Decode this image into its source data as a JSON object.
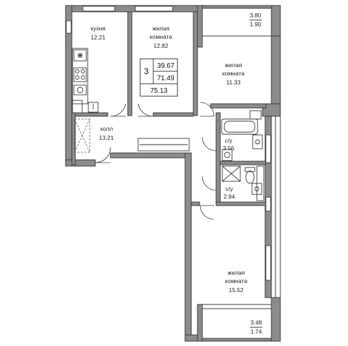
{
  "plan": {
    "rooms": [
      {
        "key": "kitchen",
        "name_lines": [
          "кухня"
        ],
        "area": "12.21"
      },
      {
        "key": "living1",
        "name_lines": [
          "жилая",
          "комната"
        ],
        "area": "12.82"
      },
      {
        "key": "living2",
        "name_lines": [
          "жилая",
          "комната"
        ],
        "area": "11.33"
      },
      {
        "key": "hall",
        "name_lines": [
          "холл"
        ],
        "area": "13.21"
      },
      {
        "key": "bath1",
        "name_lines": [
          "с/у"
        ],
        "area": "3.56"
      },
      {
        "key": "bath2",
        "name_lines": [
          "с/у"
        ],
        "area": "2.84"
      },
      {
        "key": "living3",
        "name_lines": [
          "жилая",
          "комната"
        ],
        "area": "15.52"
      }
    ],
    "balconies": [
      {
        "key": "balcony_top",
        "area": "3.80",
        "area_coef": "1.90"
      },
      {
        "key": "balcony_bottom",
        "area": "3.48",
        "area_coef": "1.74"
      }
    ],
    "summary": {
      "rooms_count": "3",
      "living_area": "39.67",
      "total_area": "71.49",
      "total_area_with_balconies": "75.13"
    }
  }
}
